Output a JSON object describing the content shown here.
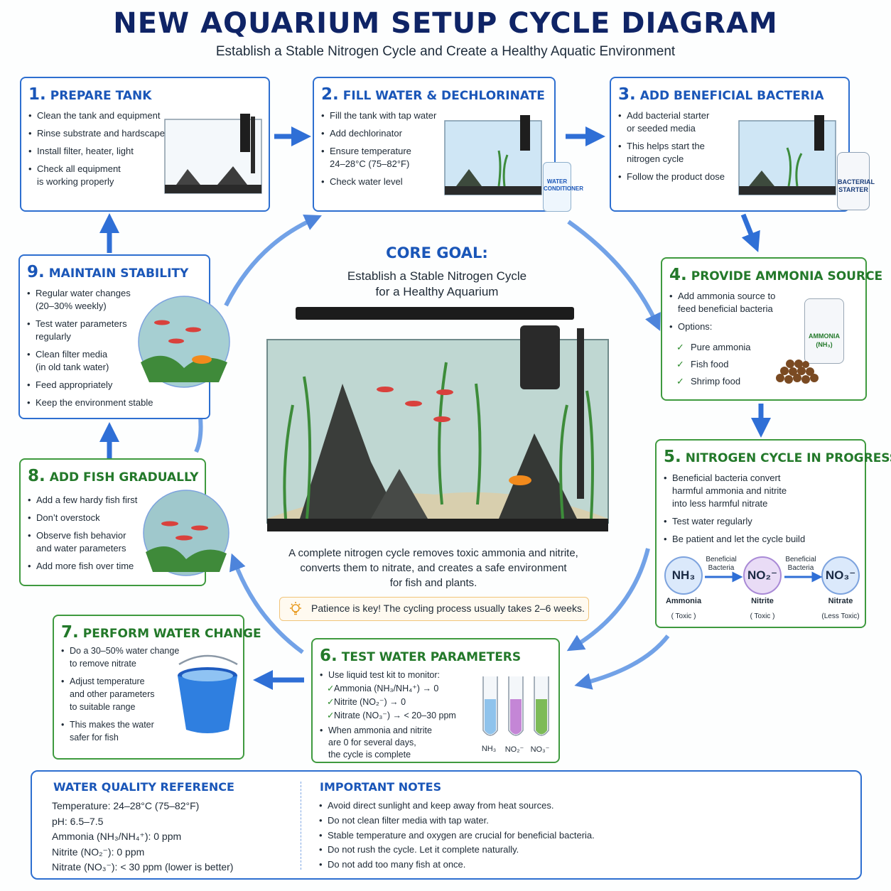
{
  "header": {
    "title": "NEW AQUARIUM SETUP CYCLE DIAGRAM",
    "subtitle": "Establish a Stable Nitrogen Cycle and Create a Healthy Aquatic Environment"
  },
  "steps": {
    "s1": {
      "num": "1.",
      "title": "PREPARE TANK",
      "items": [
        "Clean the tank and equipment",
        "Rinse substrate and hardscape",
        "Install filter, heater, light",
        "Check all equipment\nis working properly"
      ]
    },
    "s2": {
      "num": "2.",
      "title": "FILL WATER & DECHLORINATE",
      "items": [
        "Fill the tank with tap water",
        "Add dechlorinator",
        "Ensure temperature\n24–28°C (75–82°F)",
        "Check water level"
      ],
      "bottle_label": "WATER CONDITIONER"
    },
    "s3": {
      "num": "3.",
      "title": "ADD BENEFICIAL BACTERIA",
      "items": [
        "Add bacterial starter\nor seeded media",
        "This helps start the\nnitrogen cycle",
        "Follow the product dose"
      ],
      "bottle_label": "BACTERIAL STARTER"
    },
    "s4": {
      "num": "4.",
      "title": "PROVIDE AMMONIA SOURCE",
      "items": [
        "Add ammonia source to\nfeed beneficial bacteria",
        "Options:"
      ],
      "options": [
        "Pure ammonia",
        "Fish food",
        "Shrimp food"
      ],
      "bottle_label": "AMMONIA (NH₃)"
    },
    "s5": {
      "num": "5.",
      "title": "NITROGEN CYCLE IN PROGRESS",
      "items": [
        "Beneficial bacteria convert\nharmful ammonia and nitrite\ninto less harmful nitrate",
        "Test water regularly",
        "Be patient and let the cycle build"
      ],
      "chain": {
        "arrow_label": "Beneficial Bacteria",
        "nodes": [
          {
            "formula": "NH₃",
            "name": "Ammonia",
            "tox": "( Toxic )"
          },
          {
            "formula": "NO₂⁻",
            "name": "Nitrite",
            "tox": "( Toxic )"
          },
          {
            "formula": "NO₃⁻",
            "name": "Nitrate",
            "tox": "(Less Toxic)"
          }
        ]
      }
    },
    "s6": {
      "num": "6.",
      "title": "TEST WATER PARAMETERS",
      "intro": "Use liquid test kit to monitor:",
      "checks": [
        "Ammonia (NH₃/NH₄⁺) → 0",
        "Nitrite (NO₂⁻) → 0",
        "Nitrate (NO₃⁻) → < 20–30 ppm"
      ],
      "outro": "When ammonia and nitrite\nare 0 for several days,\nthe cycle is complete",
      "tubes": [
        {
          "label": "NH₃",
          "color": "#8fc3ec"
        },
        {
          "label": "NO₂⁻",
          "color": "#c486d6"
        },
        {
          "label": "NO₃⁻",
          "color": "#7dbb58"
        }
      ]
    },
    "s7": {
      "num": "7.",
      "title": "PERFORM WATER CHANGE",
      "items": [
        "Do a 30–50% water change\nto remove nitrate",
        "Adjust temperature\nand other parameters\nto suitable range",
        "This makes the water\nsafer for fish"
      ]
    },
    "s8": {
      "num": "8.",
      "title": "ADD FISH GRADUALLY",
      "items": [
        "Add a few hardy fish first",
        "Don’t overstock",
        "Observe fish behavior\nand water parameters",
        "Add more fish over time"
      ]
    },
    "s9": {
      "num": "9.",
      "title": "MAINTAIN STABILITY",
      "items": [
        "Regular water changes\n(20–30% weekly)",
        "Test water parameters\nregularly",
        "Clean filter media\n(in old tank water)",
        "Feed appropriately",
        "Keep the environment stable"
      ]
    }
  },
  "center": {
    "goal_title": "CORE GOAL:",
    "goal_text": "Establish a Stable Nitrogen Cycle\nfor a Healthy Aquarium",
    "description": "A complete nitrogen cycle removes toxic ammonia and nitrite,\nconverts them to nitrate, and creates a safe environment\nfor fish and plants.",
    "patience": "Patience is key! The cycling process usually takes 2–6 weeks."
  },
  "reference": {
    "title": "WATER QUALITY REFERENCE",
    "rows": [
      "Temperature:   24–28°C (75–82°F)",
      "pH:   6.5–7.5",
      "Ammonia (NH₃/NH₄⁺):   0 ppm",
      "Nitrite (NO₂⁻):   0 ppm",
      "Nitrate (NO₃⁻):   < 30 ppm (lower is better)"
    ],
    "notes_title": "IMPORTANT NOTES",
    "notes": [
      "Avoid direct sunlight and keep away from heat sources.",
      "Do not clean filter media with tap water.",
      "Stable temperature and oxygen are crucial for beneficial bacteria.",
      "Do not rush the cycle. Let it complete naturally.",
      "Do not add too many fish at once."
    ]
  },
  "colors": {
    "accent_blue": "#1a56b8",
    "accent_green": "#23792a",
    "arrow": "#2f6fd6",
    "title_navy": "#0f2466"
  }
}
